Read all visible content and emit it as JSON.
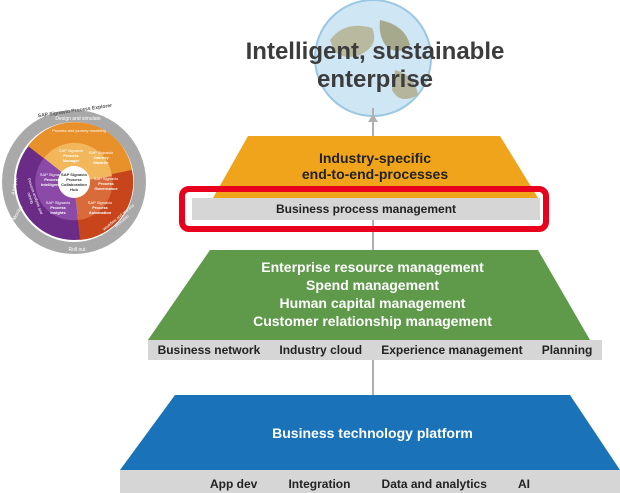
{
  "title": "Intelligent, sustainable\nenterprise",
  "industry_tier": {
    "label": "Industry-specific\nend-to-end-processes",
    "bar_label": "Business process management",
    "highlight_color": "#e8001c"
  },
  "erp_tier": {
    "lines": [
      "Enterprise resource management",
      "Spend management",
      "Human capital management",
      "Customer relationship management"
    ],
    "bar_items": [
      "Business network",
      "Industry cloud",
      "Experience management",
      "Planning"
    ]
  },
  "btp_tier": {
    "label": "Business technology platform",
    "bar_items": [
      "App dev",
      "Integration",
      "Data and analytics",
      "AI"
    ]
  },
  "signavio_wheel": {
    "title": "SAP Signavio Process Explorer",
    "outer_ring": [
      "Design and simulate",
      "Roll out",
      "Analyze",
      "Monitor"
    ],
    "inner_ring": [
      "Process and journey modeling",
      "Workflow and process execution",
      "Process analysis and mining"
    ],
    "segments": [
      {
        "brand": "SAP Signavio",
        "name": "Process Manager"
      },
      {
        "brand": "SAP Signavio",
        "name": "Journey Modeler"
      },
      {
        "brand": "SAP Signavio",
        "name": "Process Governance"
      },
      {
        "brand": "SAP Signavio",
        "name": "Process Automation"
      },
      {
        "brand": "SAP Signavio",
        "name": "Process Insights"
      },
      {
        "brand": "SAP Signavio",
        "name": "Process Intelligence"
      }
    ],
    "hub": "SAP Signavio Process Collaboration Hub",
    "colors": {
      "orange": "#e8902a",
      "red": "#c8451c",
      "purple": "#6a2c86",
      "grey": "#a9a9a9"
    }
  },
  "colors": {
    "industry": "#f0a41c",
    "erp": "#5f9a4a",
    "btp": "#1a73b8",
    "bar": "#d6d6d6"
  }
}
